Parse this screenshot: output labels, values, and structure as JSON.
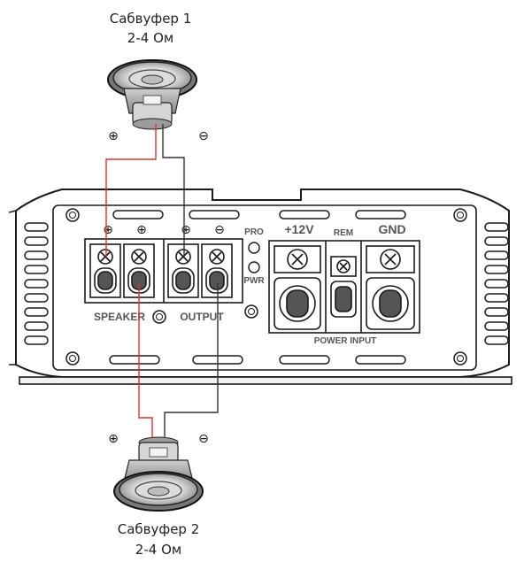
{
  "speakers": {
    "top": {
      "title": "Сабвуфер 1",
      "impedance": "2-4 Ом"
    },
    "bottom": {
      "title": "Сабвуфер 2",
      "impedance": "2-4 Ом"
    }
  },
  "amplifier": {
    "speaker_output_label": "SPEAKER",
    "output_label": "OUTPUT",
    "pro_led_label": "PRO",
    "pwr_led_label": "PWR",
    "power_12v_label": "+12V",
    "rem_label": "REM",
    "gnd_label": "GND",
    "power_input_label": "POWER INPUT"
  },
  "signs": {
    "plus": "⊕",
    "minus": "⊖"
  },
  "colors": {
    "red_wire": "#e0322b",
    "black_wire": "#333333",
    "chassis_stroke": "#1a1a1a"
  }
}
